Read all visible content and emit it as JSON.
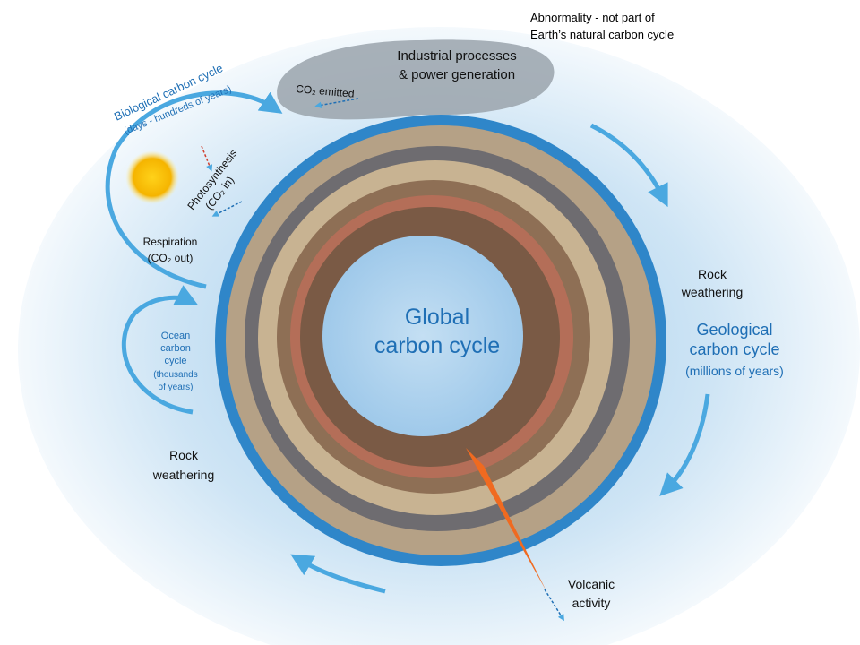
{
  "note": {
    "line1": "Abnormality - not part of",
    "line2": "Earth’s natural carbon cycle"
  },
  "industrial": {
    "line1": "Industrial processes",
    "line2": "& power generation",
    "co2_emitted": "CO₂ emitted"
  },
  "biological": {
    "title": "Biological carbon cycle",
    "subtitle": "(days - hundreds of years)",
    "photosynthesis": "Photosynthesis",
    "photosynthesis_sub": "(CO₂ in)",
    "respiration": "Respiration",
    "respiration_sub": "(CO₂ out)"
  },
  "ocean": {
    "line1": "Ocean",
    "line2": "carbon",
    "line3": "cycle",
    "line4": "(thousands",
    "line5": "of years)"
  },
  "center": {
    "line1": "Global",
    "line2": "carbon cycle"
  },
  "rock_right": {
    "line1": "Rock",
    "line2": "weathering"
  },
  "geological": {
    "line1": "Geological",
    "line2": "carbon cycle",
    "line3": "(millions of years)"
  },
  "rock_left": {
    "line1": "Rock",
    "line2": "weathering"
  },
  "volcanic": {
    "line1": "Volcanic",
    "line2": "activity"
  },
  "colors": {
    "blue_text": "#1f6fb5",
    "arrow": "#4aa8e0",
    "cloud": "#9aa3ab"
  }
}
